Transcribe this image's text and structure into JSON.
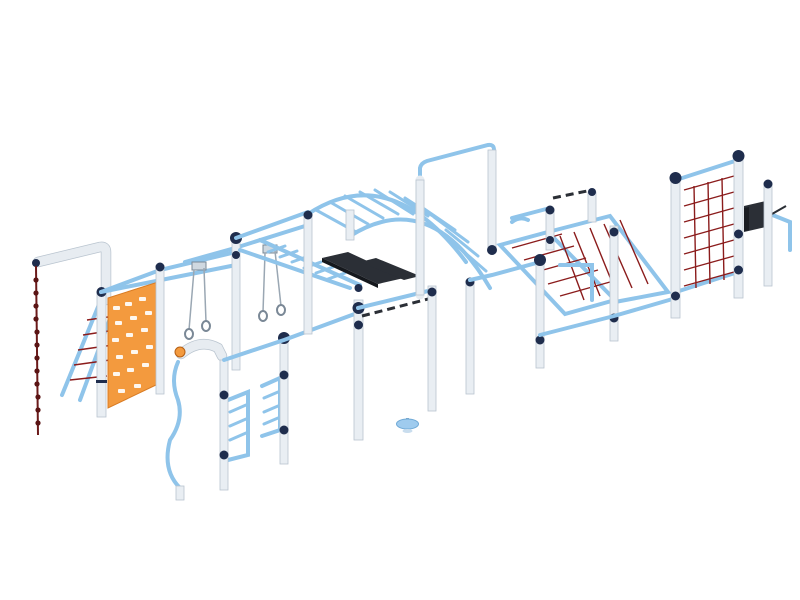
{
  "scene": {
    "description_free": true,
    "colors": {
      "background": "#ffffff",
      "frame_bar": "#8fc4ea",
      "post": "#e9eef3",
      "post_cap": "#1f2d4d",
      "climbing_wall": "#f39a3e",
      "net": "#8b1c1c",
      "bench": "#2b2f36",
      "disc": "#9fcbee"
    },
    "elements": [
      "rope-climb",
      "climbing-wall-panel",
      "diagonal-ladder",
      "gymnastic-rings",
      "step-ladders",
      "curved-monkey-bars",
      "bench-platform",
      "rotating-disc",
      "pull-up-bar",
      "horizontal-net-bridge",
      "vertical-net-ladder",
      "sign-panel"
    ]
  }
}
